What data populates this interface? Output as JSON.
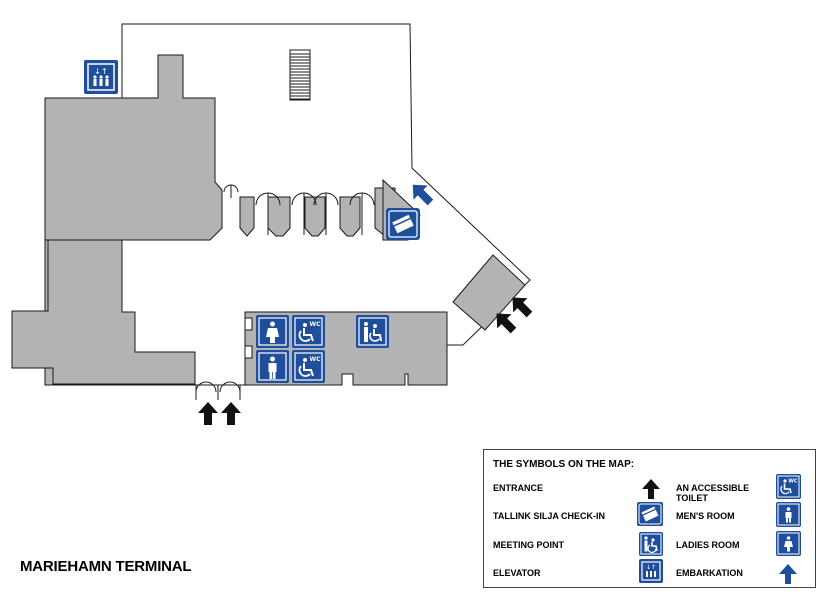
{
  "map_title": "MARIEHAMN TERMINAL",
  "colors": {
    "building_fill": "#b3b3b3",
    "outline": "#1a1a1a",
    "icon_blue": "#1f4e9c",
    "arrow_black": "#111111"
  },
  "legend": {
    "title": "THE SYMBOLS ON THE MAP:",
    "items": [
      {
        "label": "ENTRANCE",
        "icon": "entrance-arrow-icon"
      },
      {
        "label": "TALLINK SILJA CHECK-IN",
        "icon": "check-in-icon"
      },
      {
        "label": "MEETING POINT",
        "icon": "meeting-point-icon"
      },
      {
        "label": "ELEVATOR",
        "icon": "elevator-icon"
      },
      {
        "label": "AN ACCESSIBLE TOILET",
        "icon": "accessible-toilet-icon",
        "badge": "WC"
      },
      {
        "label": "MEN'S ROOM",
        "icon": "mens-room-icon"
      },
      {
        "label": "LADIES ROOM",
        "icon": "ladies-room-icon"
      },
      {
        "label": "EMBARKATION",
        "icon": "embarkation-arrow-icon"
      }
    ]
  }
}
